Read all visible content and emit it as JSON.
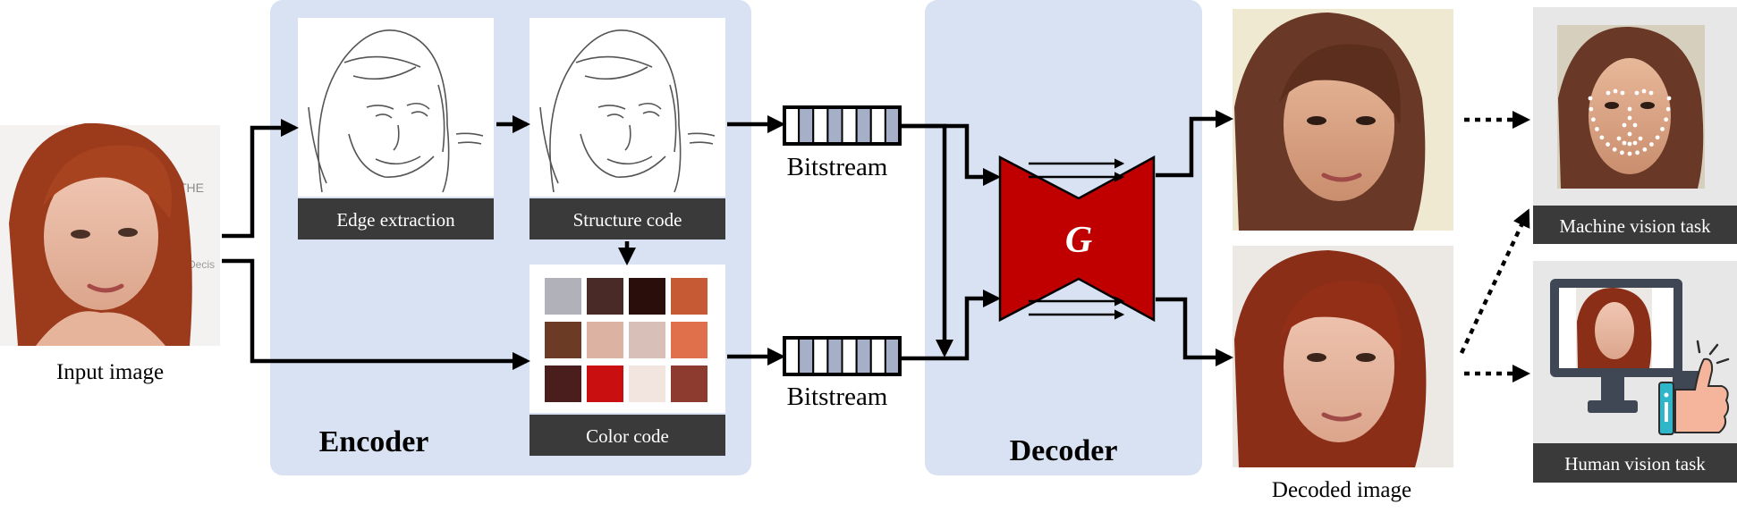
{
  "labels": {
    "input_image": "Input image",
    "edge_extraction": "Edge extraction",
    "structure_code": "Structure code",
    "color_code": "Color code",
    "encoder": "Encoder",
    "decoder": "Decoder",
    "bitstream_top": "Bitstream",
    "bitstream_bottom": "Bitstream",
    "generator": "G",
    "decoded_image": "Decoded image",
    "machine_vision_task": "Machine vision task",
    "human_vision_task": "Human vision task"
  },
  "colors": {
    "panel_bg": "#d9e2f3",
    "label_bar": "#3a3a3a",
    "generator": "#c00000",
    "bitstream_cell": "#a5b0c8"
  },
  "color_palette": [
    "#b1b2b9",
    "#4a2a26",
    "#2a0e0c",
    "#c55a35",
    "#6b3b26",
    "#dcb3a2",
    "#d8c0b8",
    "#e0704b",
    "#4a1e1c",
    "#c90f10",
    "#f2e5df",
    "#8c3b2e"
  ]
}
